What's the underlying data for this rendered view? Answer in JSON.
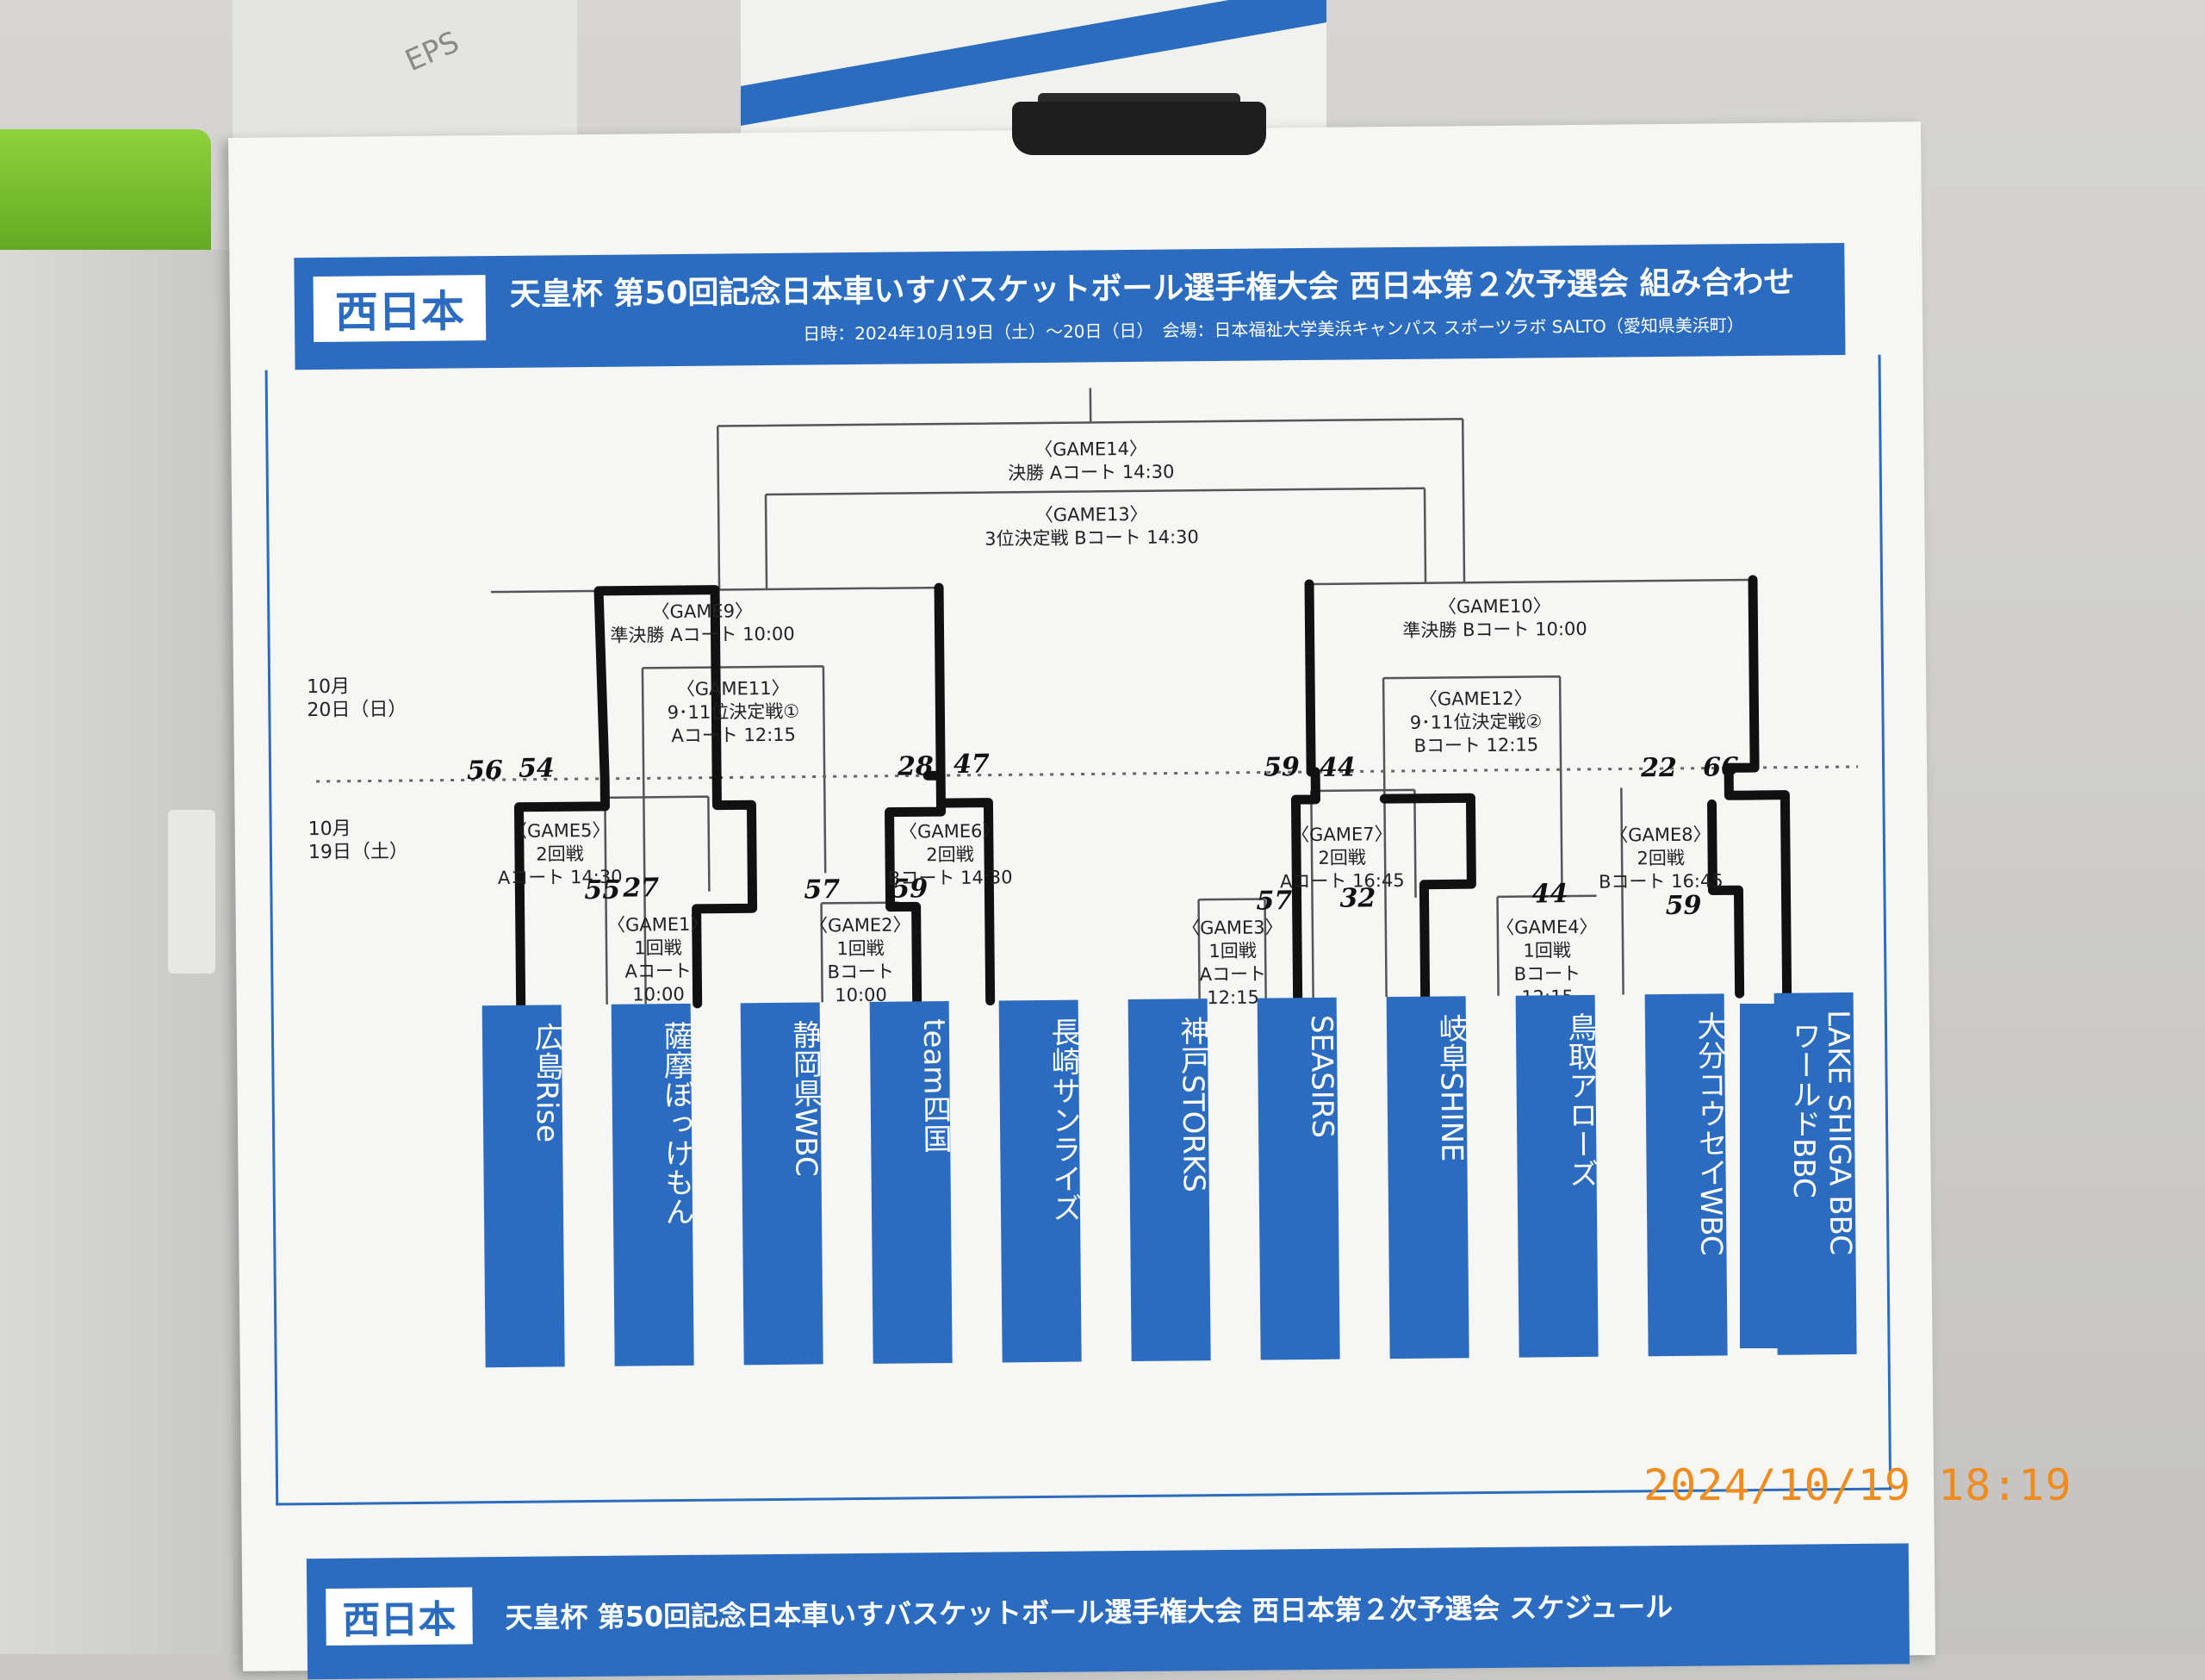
{
  "board": {
    "badge": "西日本",
    "title": "天皇杯 第50回記念日本車いすバスケットボール選手権大会 西日本第２次予選会 組み合わせ",
    "subtitle": "日時：2024年10月19日（土）～20日（日）　会場：日本福祉大学美浜キャンパス スポーツラボ SALTO（愛知県美浜町）"
  },
  "days": {
    "day2": "10月\n20日（日）",
    "day1": "10月\n19日（土）"
  },
  "games": {
    "g14": "〈GAME14〉\n決勝 Aコート 14:30",
    "g13": "〈GAME13〉\n3位決定戦 Bコート 14:30",
    "g9": "〈GAME9〉\n準決勝 Aコート 10:00",
    "g10": "〈GAME10〉\n準決勝 Bコート 10:00",
    "g11": "〈GAME11〉\n9･11位決定戦①\nAコート 12:15",
    "g12": "〈GAME12〉\n9･11位決定戦②\nBコート 12:15",
    "g5": "〈GAME5〉\n2回戦\nAコート 14:30",
    "g6": "〈GAME6〉\n2回戦\nBコート 14:30",
    "g7": "〈GAME7〉\n2回戦\nAコート 16:45",
    "g8": "〈GAME8〉\n2回戦\nBコート 16:45",
    "g1": "〈GAME1〉\n1回戦\nAコート\n10:00",
    "g2": "〈GAME2〉\n1回戦\nBコート\n10:00",
    "g3": "〈GAME3〉\n1回戦\nAコート\n12:15",
    "g4": "〈GAME4〉\n1回戦\nBコート\n12:15"
  },
  "scores": {
    "g5_left": "56",
    "g5_right": "54",
    "g6_left": "28",
    "g6_right": "47",
    "g7_left": "59",
    "g7_right": "44",
    "g8_left": "22",
    "g8_right": "66",
    "g1_left": "55",
    "g1_right": "27",
    "g2_left": "57",
    "g2_right": "59",
    "g3_left": "57",
    "g3_right": "32",
    "g4_left": "44",
    "g4_right": "59"
  },
  "teams": [
    "広島Rise",
    "薩摩ぼっけもん",
    "静岡県WBC",
    "team四国",
    "長崎サンライズ",
    "神戸STORKS",
    "SEASIRS",
    "岐阜SHINE",
    "鳥取アローズ",
    "大分コウセイWBC",
    "LAKE SHIGA BBC",
    "ワールドBBC"
  ],
  "lower": {
    "badge": "西日本",
    "title": "天皇杯 第50回記念日本車いすバスケットボール選手権大会 西日本第２次予選会 スケジュール"
  },
  "timestamp": "2024/10/19 18:19",
  "colors": {
    "blue": "#2b6cc0",
    "stamp": "#f08c1e"
  }
}
